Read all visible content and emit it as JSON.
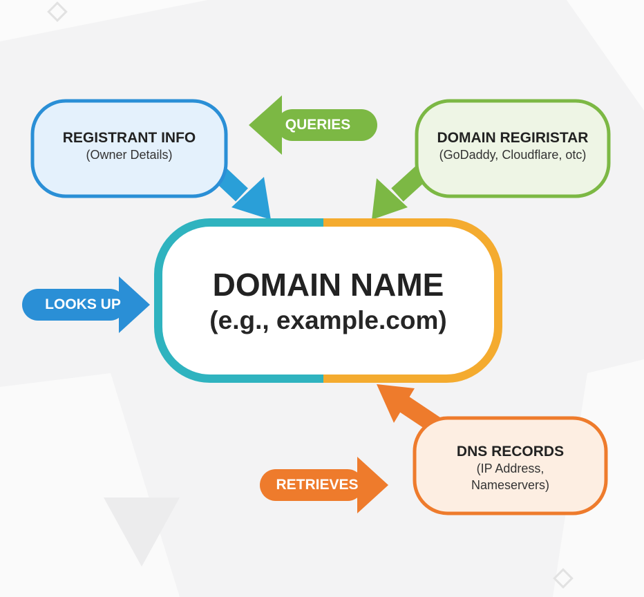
{
  "center": {
    "title": "DOMAIN NAME",
    "subtitle": "(e.g., example.com)"
  },
  "nodes": {
    "registrant": {
      "title": "REGISTRANT INFO",
      "subtitle": "(Owner Details)"
    },
    "registrar": {
      "title": "DOMAIN REGIRISTAR",
      "subtitle": "(GoDaddy, Cloudflare, otc)"
    },
    "dns": {
      "title": "DNS RECORDS",
      "subtitle_line1": "(IP Address,",
      "subtitle_line2": "Nameservers)"
    }
  },
  "arrows": {
    "queries": "QUERIES",
    "looks_up": "LOOKS UP",
    "retrieves": "RETRIEVES"
  },
  "colors": {
    "blue": "#2a8fd6",
    "green": "#7cb844",
    "orange": "#ee7b2c",
    "teal": "#2fb3bf",
    "gold": "#f4ab2f"
  }
}
